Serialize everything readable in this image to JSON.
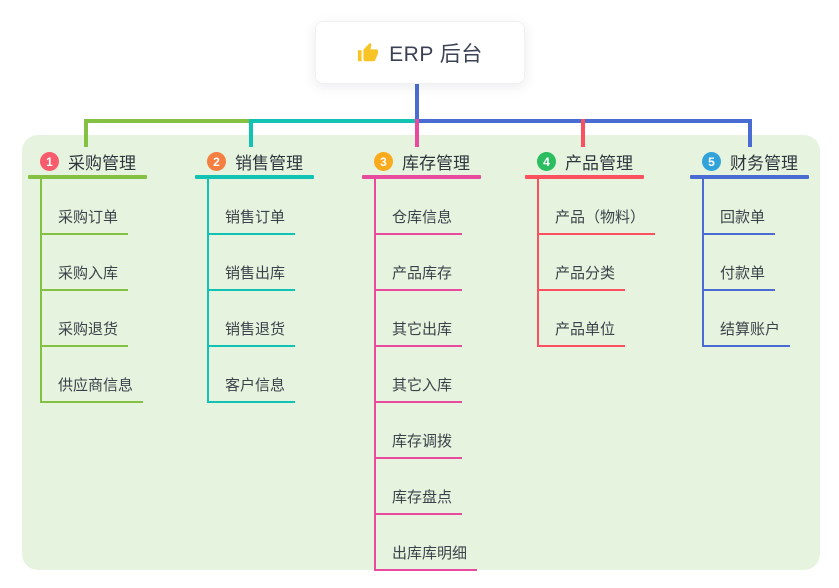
{
  "root": {
    "title": "ERP 后台",
    "icon": "thumbs-up",
    "icon_color": "#f7c325",
    "stem_color": "#4a6bd2"
  },
  "panel_color": "#e6f4df",
  "branches": [
    {
      "number": "1",
      "label": "采购管理",
      "badge_color": "#f75c6c",
      "line_color": "#84c143",
      "items": [
        "采购订单",
        "采购入库",
        "采购退货",
        "供应商信息"
      ]
    },
    {
      "number": "2",
      "label": "销售管理",
      "badge_color": "#f57e41",
      "line_color": "#12c3b4",
      "items": [
        "销售订单",
        "销售出库",
        "销售退货",
        "客户信息"
      ]
    },
    {
      "number": "3",
      "label": "库存管理",
      "badge_color": "#faab1d",
      "line_color": "#e84a9d",
      "items": [
        "仓库信息",
        "产品库存",
        "其它出库",
        "其它入库",
        "库存调拨",
        "库存盘点",
        "出库库明细"
      ]
    },
    {
      "number": "4",
      "label": "产品管理",
      "badge_color": "#2bbd5f",
      "line_color": "#fa505f",
      "items": [
        "产品（物料）",
        "产品分类",
        "产品单位"
      ]
    },
    {
      "number": "5",
      "label": "财务管理",
      "badge_color": "#32a3da",
      "line_color": "#4a6bd2",
      "items": [
        "回款单",
        "付款单",
        "结算账户"
      ]
    }
  ]
}
